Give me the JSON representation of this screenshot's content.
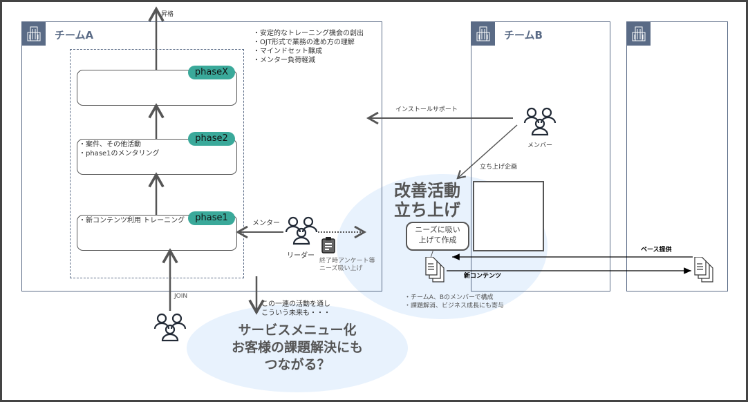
{
  "diagram": {
    "promotion_label": "昇格",
    "team_a": {
      "title": "チームA",
      "goals": "・安定的なトレーニング機会の創出\n・OJT形式で業務の進め方の理解\n・マインドセット醸成\n・メンター負荷軽減",
      "phases": [
        {
          "label": "phaseX",
          "text": ""
        },
        {
          "label": "phase2",
          "text": "・案件、その他活動\n・phase1のメンタリング"
        },
        {
          "label": "phase1",
          "text": "・新コンテンツ利用 トレーニング"
        }
      ]
    },
    "team_b": {
      "title": "チームB"
    },
    "team_c": {
      "title": ""
    },
    "mentor_label": "メンター",
    "leader_label": "リーダー",
    "survey_note": "終了時アンケート等\nニーズ吸い上げ",
    "join_label": "JOIN",
    "install_support_label": "インストールサポート",
    "member_label": "メンバー",
    "launch_plan_label": "立ち上げ企画",
    "improvement": {
      "title": "改善活動\n立ち上げ",
      "callout": "ニーズに吸い\n上げて作成",
      "notes": "・チームA、Bのメンバーで構成\n・課題解消、ビジネス成長にも寄与"
    },
    "new_content_label": "新コンテンツ",
    "base_provision_label": "ベース提供",
    "future": {
      "lead_in": "この一連の活動を通し\nこういう未来も・・・",
      "headline": "サービスメニュー化\nお客様の課題解決にも\nつながる？"
    },
    "colors": {
      "team_border": "#5a6b86",
      "phase_pill": "#3aa99a",
      "ellipse": "#e8f2fd",
      "arrow": "#555555"
    }
  }
}
